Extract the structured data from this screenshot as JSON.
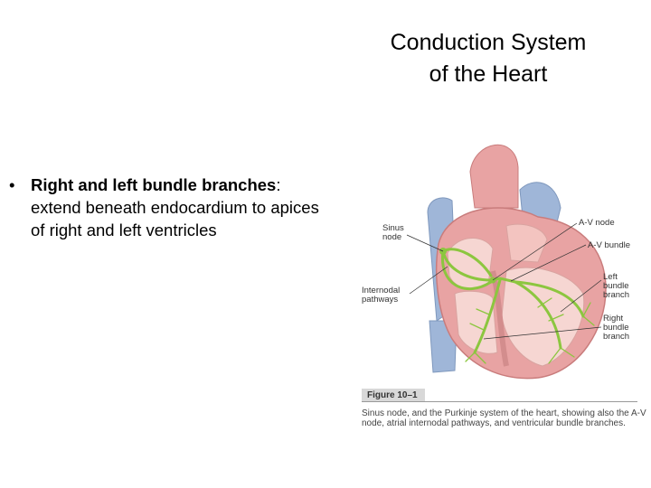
{
  "slide": {
    "title_line1": "Conduction System",
    "title_line2": "of the Heart"
  },
  "bullet": {
    "term": "Right and left bundle branches",
    "separator": ":",
    "description": "extend beneath endocardium to apices of right and left ventricles"
  },
  "figure": {
    "labels": {
      "sinus_node_line1": "Sinus",
      "sinus_node_line2": "node",
      "internodal_line1": "Internodal",
      "internodal_line2": "pathways",
      "av_node": "A-V node",
      "av_bundle": "A-V bundle",
      "left_branch_line1": "Left",
      "left_branch_line2": "bundle",
      "left_branch_line3": "branch",
      "right_branch_line1": "Right",
      "right_branch_line2": "bundle",
      "right_branch_line3": "branch"
    },
    "caption_label": "Figure 10–1",
    "caption_text": "Sinus node, and the Purkinje system of the heart, showing also the A-V node, atrial internodal pathways, and ventricular bundle branches."
  },
  "colors": {
    "conduction": "#8cc63f",
    "heart_wall": "#e8a3a3",
    "heart_inner": "#f6d6d2",
    "vessel_blue": "#9fb6d8"
  }
}
